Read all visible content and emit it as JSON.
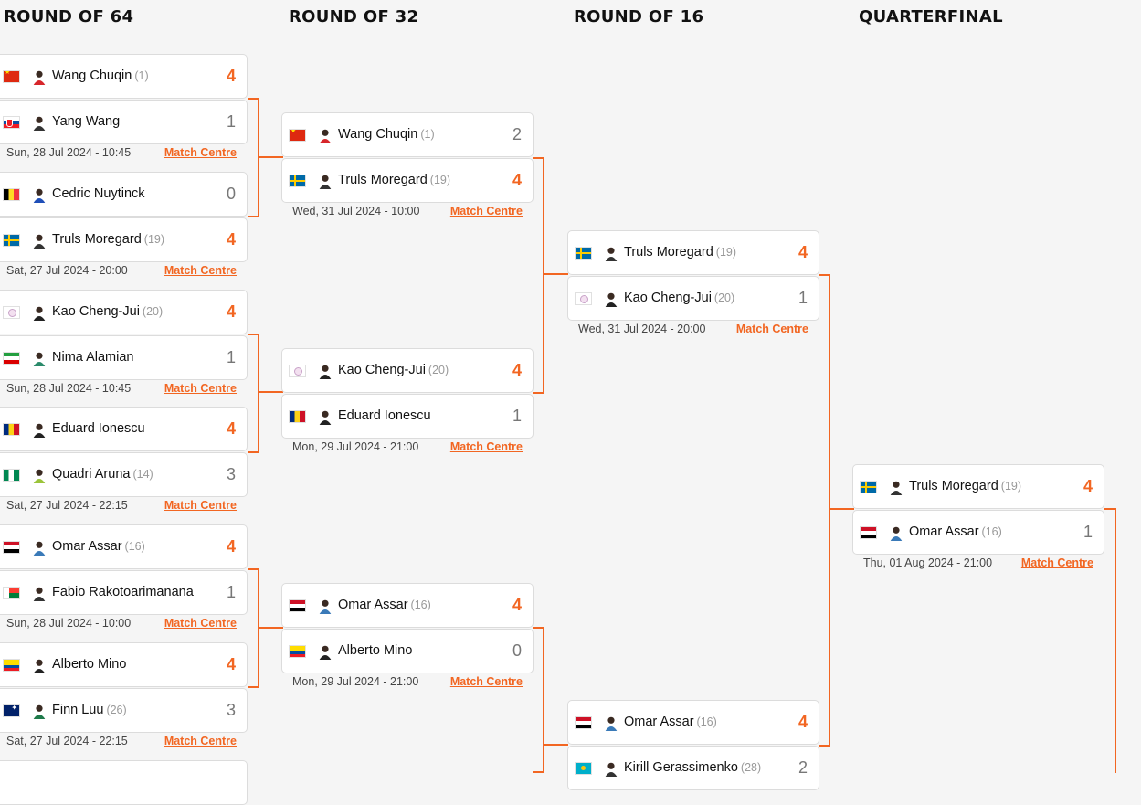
{
  "rounds": {
    "r64": "ROUND OF 64",
    "r32": "ROUND OF 32",
    "r16": "ROUND OF 16",
    "qf": "QUARTERFINAL"
  },
  "match_centre": "Match Centre",
  "colors": {
    "accent": "#f26622",
    "background": "#f5f5f5"
  },
  "matches": {
    "r64_1": {
      "p1": {
        "name": "Wang Chuqin",
        "seed": "(1)",
        "score": "4",
        "flag": "flag-china"
      },
      "p2": {
        "name": "Yang Wang",
        "seed": "",
        "score": "1",
        "flag": "flag-slovakia"
      },
      "date": "Sun, 28 Jul 2024 - 10:45"
    },
    "r64_2": {
      "p1": {
        "name": "Cedric Nuytinck",
        "seed": "",
        "score": "0",
        "flag": "flag-belgium"
      },
      "p2": {
        "name": "Truls Moregard",
        "seed": "(19)",
        "score": "4",
        "flag": "flag-sweden"
      },
      "date": "Sat, 27 Jul 2024 - 20:00"
    },
    "r64_3": {
      "p1": {
        "name": "Kao Cheng-Jui",
        "seed": "(20)",
        "score": "4",
        "flag": "flag-chinese-taipei"
      },
      "p2": {
        "name": "Nima Alamian",
        "seed": "",
        "score": "1",
        "flag": "flag-iran"
      },
      "date": "Sun, 28 Jul 2024 - 10:45"
    },
    "r64_4": {
      "p1": {
        "name": "Eduard Ionescu",
        "seed": "",
        "score": "4",
        "flag": "flag-romania"
      },
      "p2": {
        "name": "Quadri Aruna",
        "seed": "(14)",
        "score": "3",
        "flag": "flag-nigeria"
      },
      "date": "Sat, 27 Jul 2024 - 22:15"
    },
    "r64_5": {
      "p1": {
        "name": "Omar Assar",
        "seed": "(16)",
        "score": "4",
        "flag": "flag-egypt"
      },
      "p2": {
        "name": "Fabio Rakotoarimanana",
        "seed": "",
        "score": "1",
        "flag": "flag-madagascar"
      },
      "date": "Sun, 28 Jul 2024 - 10:00"
    },
    "r64_6": {
      "p1": {
        "name": "Alberto Mino",
        "seed": "",
        "score": "4",
        "flag": "flag-ecuador"
      },
      "p2": {
        "name": "Finn Luu",
        "seed": "(26)",
        "score": "3",
        "flag": "flag-australia"
      },
      "date": "Sat, 27 Jul 2024 - 22:15"
    },
    "r32_1": {
      "p1": {
        "name": "Wang Chuqin",
        "seed": "(1)",
        "score": "2",
        "flag": "flag-china"
      },
      "p2": {
        "name": "Truls Moregard",
        "seed": "(19)",
        "score": "4",
        "flag": "flag-sweden"
      },
      "date": "Wed, 31 Jul 2024 - 10:00"
    },
    "r32_2": {
      "p1": {
        "name": "Kao Cheng-Jui",
        "seed": "(20)",
        "score": "4",
        "flag": "flag-chinese-taipei"
      },
      "p2": {
        "name": "Eduard Ionescu",
        "seed": "",
        "score": "1",
        "flag": "flag-romania"
      },
      "date": "Mon, 29 Jul 2024 - 21:00"
    },
    "r32_3": {
      "p1": {
        "name": "Omar Assar",
        "seed": "(16)",
        "score": "4",
        "flag": "flag-egypt"
      },
      "p2": {
        "name": "Alberto Mino",
        "seed": "",
        "score": "0",
        "flag": "flag-ecuador"
      },
      "date": "Mon, 29 Jul 2024 - 21:00"
    },
    "r16_1": {
      "p1": {
        "name": "Truls Moregard",
        "seed": "(19)",
        "score": "4",
        "flag": "flag-sweden"
      },
      "p2": {
        "name": "Kao Cheng-Jui",
        "seed": "(20)",
        "score": "1",
        "flag": "flag-chinese-taipei"
      },
      "date": "Wed, 31 Jul 2024 - 20:00"
    },
    "r16_2": {
      "p1": {
        "name": "Omar Assar",
        "seed": "(16)",
        "score": "4",
        "flag": "flag-egypt"
      },
      "p2": {
        "name": "Kirill Gerassimenko",
        "seed": "(28)",
        "score": "2",
        "flag": "flag-kazakhstan"
      }
    },
    "qf_1": {
      "p1": {
        "name": "Truls Moregard",
        "seed": "(19)",
        "score": "4",
        "flag": "flag-sweden"
      },
      "p2": {
        "name": "Omar Assar",
        "seed": "(16)",
        "score": "1",
        "flag": "flag-egypt"
      },
      "date": "Thu, 01 Aug 2024 - 21:00"
    }
  }
}
